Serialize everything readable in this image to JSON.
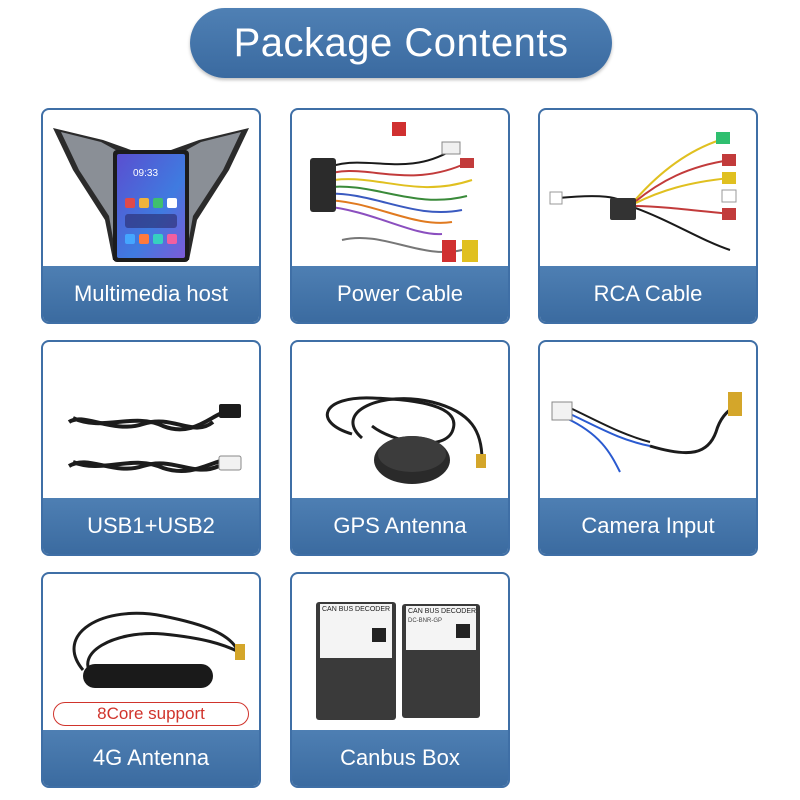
{
  "header": {
    "title": "Package Contents"
  },
  "items": [
    {
      "label": "Multimedia host",
      "icon": "multimedia-head-unit-icon"
    },
    {
      "label": "Power Cable",
      "icon": "power-cable-icon"
    },
    {
      "label": "RCA Cable",
      "icon": "rca-cable-icon"
    },
    {
      "label": "USB1+USB2",
      "icon": "usb-cables-icon"
    },
    {
      "label": "GPS Antenna",
      "icon": "gps-antenna-icon"
    },
    {
      "label": "Camera Input",
      "icon": "camera-input-cable-icon"
    },
    {
      "label": "4G Antenna",
      "icon": "4g-antenna-icon",
      "badge": "8Core support"
    },
    {
      "label": "Canbus Box",
      "icon": "canbus-box-icon"
    }
  ],
  "screen": {
    "time": "09:33"
  },
  "canbus": {
    "left_title": "CAN BUS DECODER",
    "right_title": "CAN BUS DECODER",
    "right_model": "DC-BNR-GP"
  },
  "colors": {
    "accent": "#3f6fa6",
    "badge": "#d0342c"
  }
}
